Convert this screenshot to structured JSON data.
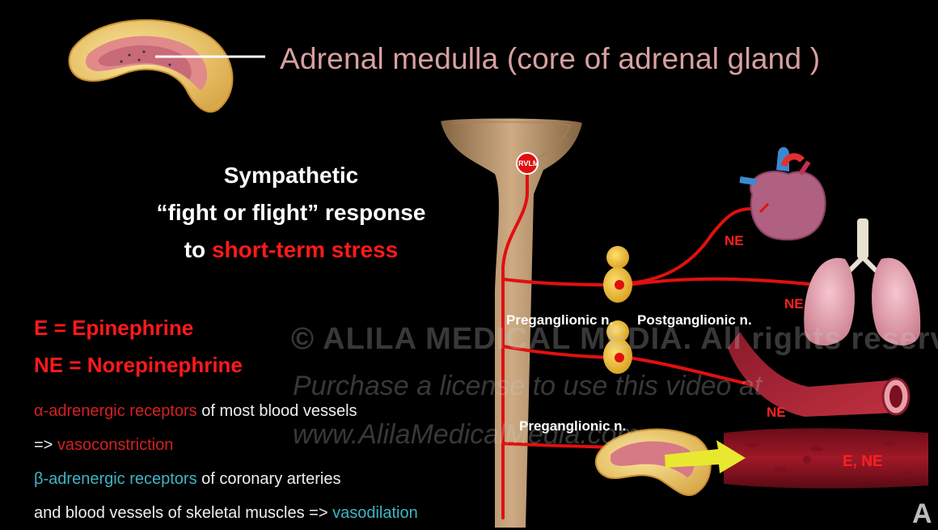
{
  "title": "Adrenal medulla (core of adrenal gland )",
  "sympathetic": {
    "line1": "Sympathetic",
    "line2": "“fight or flight” response",
    "line3_prefix": "to ",
    "line3_highlight": "short-term stress"
  },
  "definitions": {
    "e": "E = Epinephrine",
    "ne": "NE = Norepinephrine"
  },
  "receptors": {
    "alpha_term": "α-adrenergic receptors",
    "alpha_rest": " of most blood vessels",
    "alpha_effect_prefix": "=> ",
    "alpha_effect": "vasoconstriction",
    "beta_term": "β-adrenergic receptors",
    "beta_rest": " of coronary arteries",
    "beta_line2": "and blood vessels of skeletal muscles => ",
    "beta_effect": "vasodilation"
  },
  "diagram": {
    "rvlm": "RVLM",
    "preganglionic_1": "Preganglionic n.",
    "postganglionic": "Postganglionic n.",
    "preganglionic_2": "Preganglionic n.",
    "ne_heart": "NE",
    "ne_lungs": "NE",
    "ne_vessel": "NE",
    "e_ne_blood": "E, NE"
  },
  "watermark": {
    "line1": "© ALILA MEDICAL MEDIA. All rights reserved",
    "line2": "Purchase a license to use this video at",
    "line3": "www.AlilaMedicalMedia.com"
  },
  "logo_letter": "A",
  "colors": {
    "background": "#000000",
    "nerve": "#e01010",
    "highlight_red": "#ff1a1a",
    "cyan": "#3fb4c4"
  }
}
